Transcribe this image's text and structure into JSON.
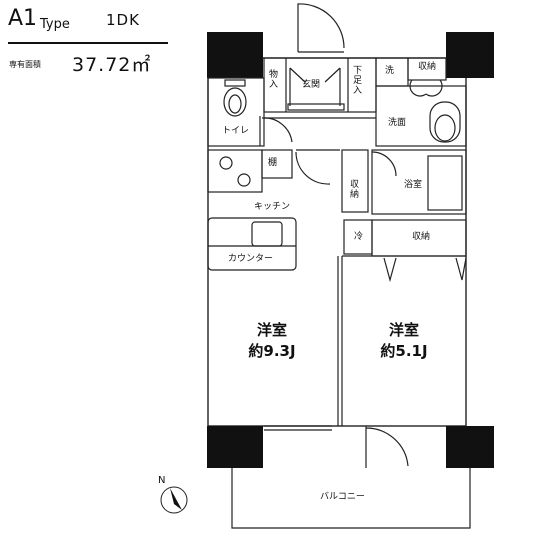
{
  "header": {
    "type_code": "A1",
    "type_word": "Type",
    "layout": "1DK",
    "area_label": "専有面積",
    "area_value": "37.72㎡"
  },
  "rooms": {
    "storage_left": "物入",
    "entrance": "玄関",
    "shoe_storage": "下足入",
    "washer": "洗",
    "storage_top": "収納",
    "toilet": "トイレ",
    "washroom": "洗面",
    "shelf": "棚",
    "storage_mid": "収納",
    "bath": "浴室",
    "kitchen": "キッチン",
    "fridge": "冷",
    "storage_right": "収納",
    "counter": "カウンター",
    "room1_name": "洋室",
    "room1_size": "約9.3J",
    "room2_name": "洋室",
    "room2_size": "約5.1J",
    "balcony": "バルコニー"
  },
  "compass": {
    "north": "N"
  }
}
